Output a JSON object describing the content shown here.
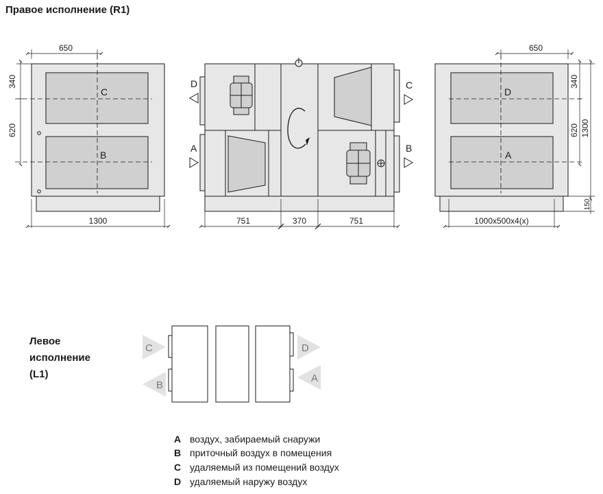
{
  "title": "Правое исполнение (R1)",
  "left_view": {
    "dim_top": "650",
    "dim_side_upper": "340",
    "dim_side_lower": "620",
    "dim_bottom": "1300",
    "port_upper": "C",
    "port_lower": "B"
  },
  "middle_view": {
    "left_ports": [
      "D",
      "A"
    ],
    "right_ports": [
      "C",
      "B"
    ],
    "dims": [
      "751",
      "370",
      "751"
    ]
  },
  "right_view": {
    "dim_top": "650",
    "dim_side_upper": "340",
    "dim_side_lower": "620",
    "dim_height": "1300",
    "dim_base": "150",
    "dim_bottom": "1000x500x4(x)",
    "port_upper": "D",
    "port_lower": "A"
  },
  "left_version": {
    "title_lines": [
      "Левое",
      "исполнение",
      "(L1)"
    ],
    "left_ports": [
      "C",
      "B"
    ],
    "right_ports": [
      "D",
      "A"
    ]
  },
  "legend": [
    {
      "key": "A",
      "text": "воздух, забираемый снаружи"
    },
    {
      "key": "B",
      "text": "приточный воздух в помещения"
    },
    {
      "key": "C",
      "text": "удаляемый из помещений воздух"
    },
    {
      "key": "D",
      "text": "удаляемый наружу воздух"
    }
  ],
  "colors": {
    "line": "#1a1a1a",
    "panel": "#e7e7e7",
    "window": "#d0d0d0",
    "ghost_arrow": "#e2e2e2",
    "ghost_text": "#7a7a7a"
  }
}
